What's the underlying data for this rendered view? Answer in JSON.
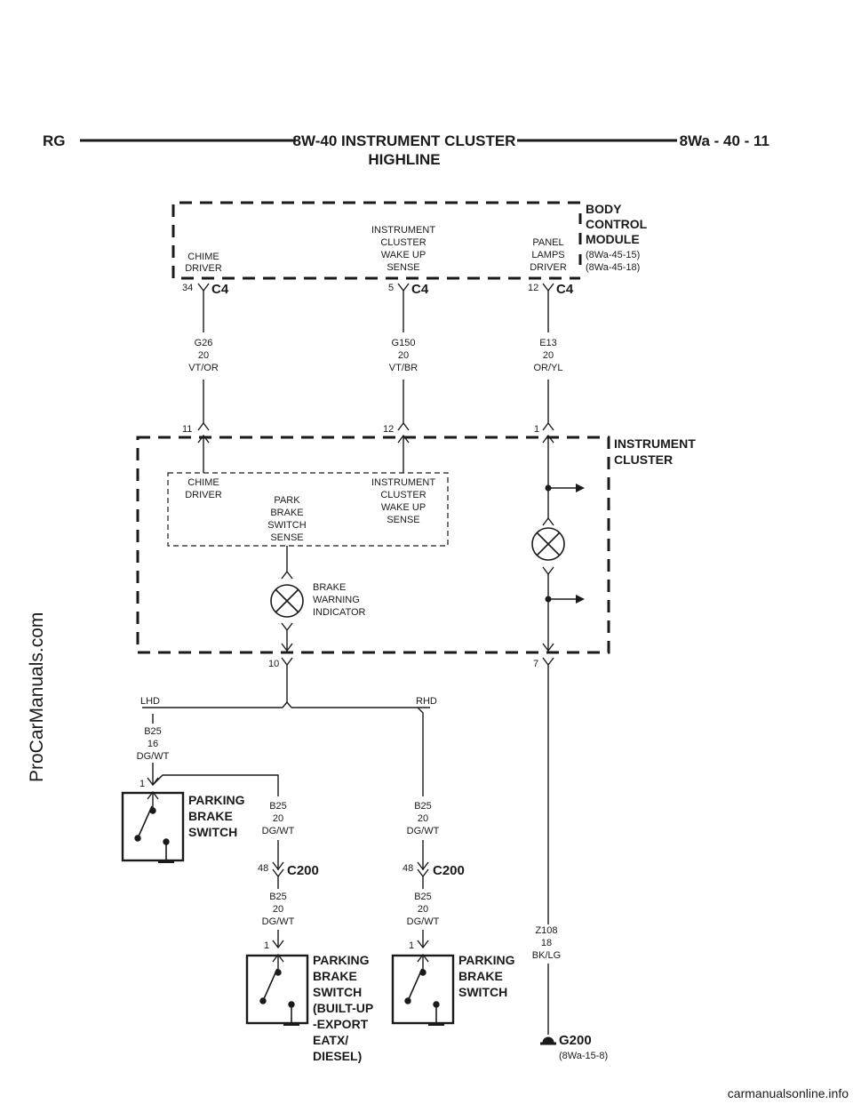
{
  "header": {
    "left": "RG",
    "title_line1": "8W-40 INSTRUMENT CLUSTER",
    "title_line2": "HIGHLINE",
    "right": "8Wa - 40 - 11"
  },
  "bcm": {
    "name_lines": [
      "BODY",
      "CONTROL",
      "MODULE"
    ],
    "refs": [
      "(8Wa-45-15)",
      "(8Wa-45-18)"
    ],
    "chime_driver": [
      "CHIME",
      "DRIVER"
    ],
    "wake_sense": [
      "INSTRUMENT",
      "CLUSTER",
      "WAKE UP",
      "SENSE"
    ],
    "panel_lamps": [
      "PANEL",
      "LAMPS",
      "DRIVER"
    ],
    "connector": "C4",
    "pins": [
      "34",
      "5",
      "12"
    ]
  },
  "wires_top": [
    {
      "circuit": "G26",
      "gauge": "20",
      "color": "VT/OR"
    },
    {
      "circuit": "G150",
      "gauge": "20",
      "color": "VT/BR"
    },
    {
      "circuit": "E13",
      "gauge": "20",
      "color": "OR/YL"
    }
  ],
  "cluster": {
    "name_lines": [
      "INSTRUMENT",
      "CLUSTER"
    ],
    "pins_top": [
      "11",
      "12",
      "1"
    ],
    "chime_driver": [
      "CHIME",
      "DRIVER"
    ],
    "park_brake": [
      "PARK",
      "BRAKE",
      "SWITCH",
      "SENSE"
    ],
    "wake_sense": [
      "INSTRUMENT",
      "CLUSTER",
      "WAKE UP",
      "SENSE"
    ],
    "brake_indicator": [
      "BRAKE",
      "WARNING",
      "INDICATOR"
    ],
    "pins_bottom": [
      "10",
      "7"
    ]
  },
  "lower": {
    "lhd": "LHD",
    "rhd": "RHD",
    "lhd_wire": {
      "circuit": "B25",
      "gauge": "16",
      "color": "DG/WT"
    },
    "pin_lhd_switch": "1",
    "switch_lines": [
      "PARKING",
      "BRAKE",
      "SWITCH"
    ],
    "mid_wire": {
      "circuit": "B25",
      "gauge": "20",
      "color": "DG/WT"
    },
    "c200": "C200",
    "c200_pin": "48",
    "below_wire": {
      "circuit": "B25",
      "gauge": "20",
      "color": "DG/WT"
    },
    "switch_pin": "1",
    "switch_export_lines": [
      "PARKING",
      "BRAKE",
      "SWITCH",
      "(BUILT-UP",
      "-EXPORT",
      "EATX/",
      "DIESEL)"
    ],
    "ground_wire": {
      "circuit": "Z108",
      "gauge": "18",
      "color": "BK/LG"
    },
    "ground": "G200",
    "ground_ref": "(8Wa-15-8)"
  },
  "watermarks": {
    "side": "ProCarManuals.com",
    "bottom": "carmanualsonline.info"
  }
}
